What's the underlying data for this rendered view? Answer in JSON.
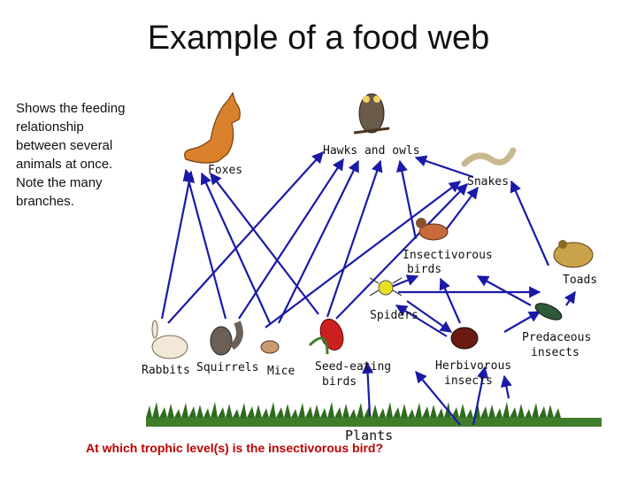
{
  "slide": {
    "title": "Example of a food web",
    "description": "Shows the feeding relationship between several animals at once. Note the many branches.",
    "question": "At which trophic level(s) is the insectivorous bird?"
  },
  "organisms": {
    "foxes": "Foxes",
    "hawks": "Hawks and owls",
    "snakes": "Snakes",
    "insect_birds_1": "Insectivorous",
    "insect_birds_2": "birds",
    "toads": "Toads",
    "spiders": "Spiders",
    "predaceous_1": "Predaceous",
    "predaceous_2": "insects",
    "rabbits": "Rabbits",
    "squirrels": "Squirrels",
    "mice": "Mice",
    "seed_birds_1": "Seed-eating",
    "seed_birds_2": "birds",
    "herbivorous_1": "Herbivorous",
    "herbivorous_2": "insects",
    "plants": "Plants"
  },
  "colors": {
    "arrow": "#1a1aa8",
    "question": "#c00000"
  }
}
